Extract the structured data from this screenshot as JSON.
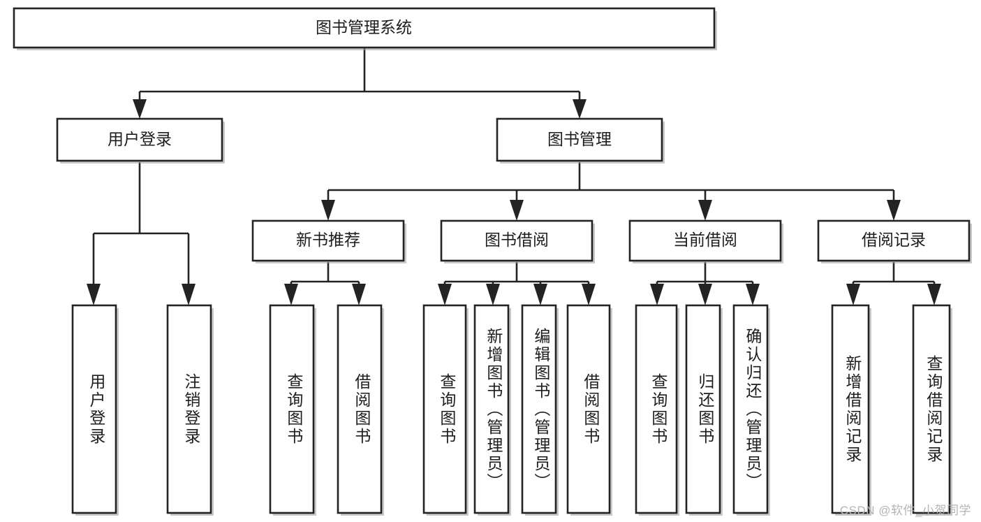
{
  "diagram": {
    "title": "图书管理系统",
    "type": "tree-hierarchy",
    "root": {
      "label": "图书管理系统"
    },
    "level2": [
      {
        "label": "用户登录"
      },
      {
        "label": "图书管理"
      }
    ],
    "level3": [
      {
        "label": "新书推荐",
        "parent": "图书管理"
      },
      {
        "label": "图书借阅",
        "parent": "图书管理"
      },
      {
        "label": "当前借阅",
        "parent": "图书管理"
      },
      {
        "label": "借阅记录",
        "parent": "图书管理"
      }
    ],
    "leaves": [
      {
        "label": "用户登录",
        "parent": "用户登录"
      },
      {
        "label": "注销登录",
        "parent": "用户登录"
      },
      {
        "label": "查询图书",
        "parent": "新书推荐"
      },
      {
        "label": "借阅图书",
        "parent": "新书推荐"
      },
      {
        "label": "查询图书",
        "parent": "图书借阅"
      },
      {
        "label": "新增图书（管理员）",
        "parent": "图书借阅"
      },
      {
        "label": "编辑图书（管理员）",
        "parent": "图书借阅"
      },
      {
        "label": "借阅图书",
        "parent": "图书借阅"
      },
      {
        "label": "查询图书",
        "parent": "当前借阅"
      },
      {
        "label": "归还图书",
        "parent": "当前借阅"
      },
      {
        "label": "确认归还（管理员）",
        "parent": "当前借阅"
      },
      {
        "label": "新增借阅记录",
        "parent": "借阅记录"
      },
      {
        "label": "查询借阅记录",
        "parent": "借阅记录"
      }
    ]
  },
  "watermark": {
    "text": "CSDN @软件_小贺同学"
  },
  "colors": {
    "stroke": "#232323",
    "fill": "#ffffff",
    "text": "#1d1d1d",
    "watermark": "#b4b4b4"
  }
}
